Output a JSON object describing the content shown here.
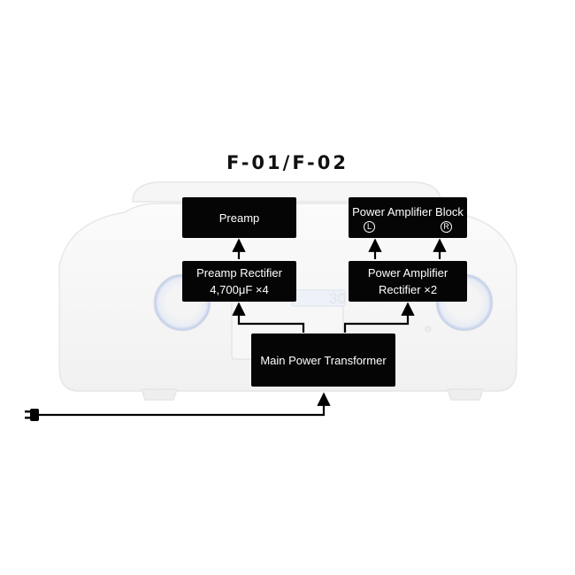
{
  "title": "F-01/F-02",
  "blocks": {
    "preamp": {
      "label": "Preamp"
    },
    "power_amp_block": {
      "label": "Power Amplifier Block",
      "ch_left": "L",
      "ch_right": "R"
    },
    "preamp_rectifier": {
      "line1": "Preamp Rectifier",
      "line2": "4,700μF ×4"
    },
    "power_amp_rectifier": {
      "line1": "Power Amplifier",
      "line2": "Rectifier ×2"
    },
    "transformer": {
      "label": "Main Power Transformer"
    }
  },
  "device_display": "30",
  "colors": {
    "box": "#050505",
    "text": "#ffffff",
    "device_outline": "#e3e3e3",
    "knob_glow": "#9fb8e8",
    "arrow": "#000000"
  }
}
